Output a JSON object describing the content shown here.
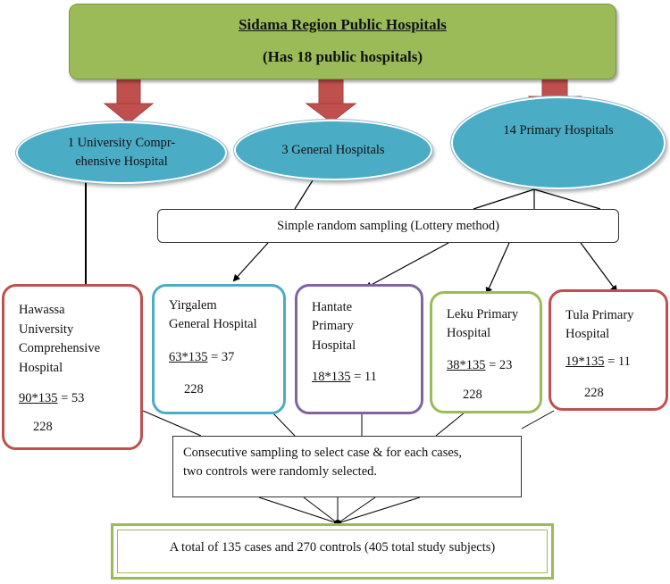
{
  "colors": {
    "title_fill": "#9bbb59",
    "oval_fill": "#4bacc6",
    "arrow_fill": "#c0504d",
    "red_border": "#c0504d",
    "blue_border": "#4bacc6",
    "purple_border": "#8064a2",
    "green_border": "#9bbb59"
  },
  "title": {
    "line1": "Sidama Region Public Hospitals",
    "line2": "(Has 18 public hospitals)"
  },
  "ovals": [
    {
      "line1": "1 University Compr-",
      "line2": "ehensive Hospital"
    },
    {
      "line1": "3 General Hospitals"
    },
    {
      "line1": "14 Primary Hospitals"
    }
  ],
  "sampling": "Simple random sampling (Lottery method)",
  "hospitals": [
    {
      "lines": [
        "Hawassa",
        "University",
        "Comprehensive",
        "Hospital"
      ],
      "numerator": "90*135",
      "result": "= 53",
      "denominator": "228"
    },
    {
      "lines": [
        "Yirgalem",
        "General Hospital"
      ],
      "numerator": "63*135",
      "result": "= 37",
      "denominator": "228"
    },
    {
      "lines": [
        "Hantate",
        "Primary",
        "Hospital"
      ],
      "numerator": "18*135",
      "result": "= 11"
    },
    {
      "lines": [
        "Leku Primary",
        "Hospital"
      ],
      "numerator": "38*135",
      "result": "= 23",
      "denominator": "228"
    },
    {
      "lines": [
        "Tula Primary",
        "Hospital"
      ],
      "numerator": "19*135",
      "result": "= 11",
      "denominator": "228"
    }
  ],
  "consecutive": {
    "line1": "Consecutive sampling to select case & for each cases,",
    "line2": "two controls were randomly selected."
  },
  "total": "A total of 135 cases and 270 controls (405 total study subjects)"
}
